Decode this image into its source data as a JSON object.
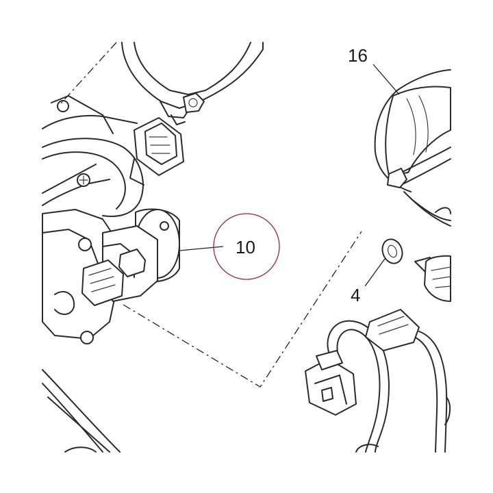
{
  "callouts": {
    "part_10": "10",
    "part_16": "16",
    "part_4": "4"
  },
  "highlight_color": "#a0233a",
  "line_color": "#2a2a2a"
}
